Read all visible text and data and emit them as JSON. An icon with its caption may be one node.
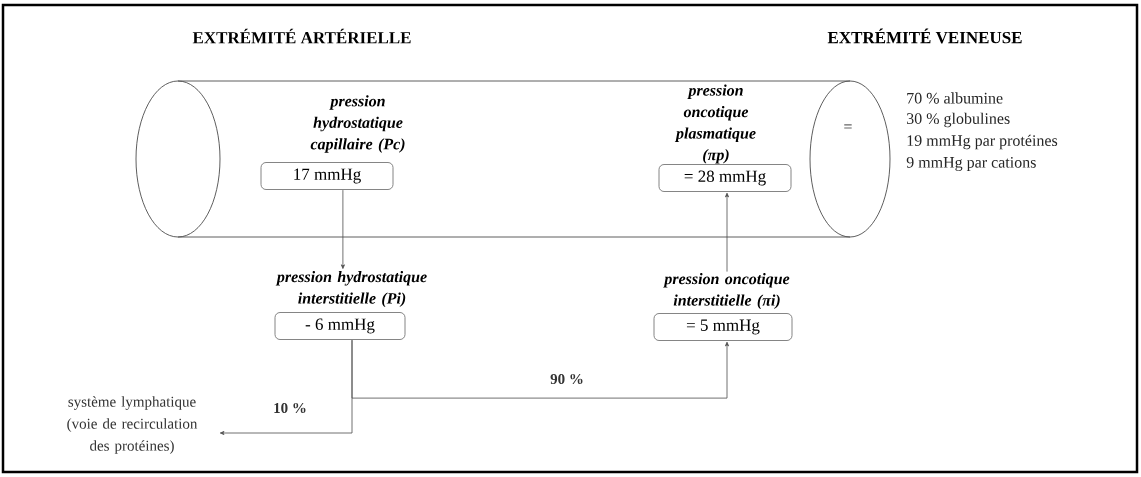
{
  "diagram": {
    "nodes": [
      {
        "text": [],
        "shape": "cylinder"
      },
      {
        "text": [
          "pression hydrostatique capillaire (Pc)",
          "17 mmHg"
        ],
        "in": 0
      },
      {
        "text": [
          "pression oncotique plasmatique (πp)",
          "= 28 mmHg"
        ],
        "in": 0
      },
      {
        "text": [
          "pression hydrostatique interstitielle (Pi)",
          "- 6 mmHg"
        ]
      },
      {
        "text": [
          "pression oncotique interstitielle (πi)",
          "= 5 mmHg"
        ]
      },
      {
        "text": [
          "système lymphatique (voie de recirculation des protéines)"
        ]
      }
    ],
    "edges": [
      {
        "from": 1,
        "to": 3,
        "arrow": "to"
      },
      {
        "from": 4,
        "to": 2,
        "arrow": "to"
      },
      {
        "from": 3,
        "to": 5,
        "arrow": "to",
        "label": "10 %"
      },
      {
        "from": 3,
        "to": 4,
        "arrow": "to",
        "label": "90 %"
      }
    ],
    "labels": [
      "EXTRÉMITÉ ARTÉRIELLE",
      "EXTRÉMITÉ VEINEUSE",
      "=",
      "70 % albumine",
      "30 % globulines",
      "19 mmHg par protéines",
      "9 mmHg par cations"
    ]
  }
}
